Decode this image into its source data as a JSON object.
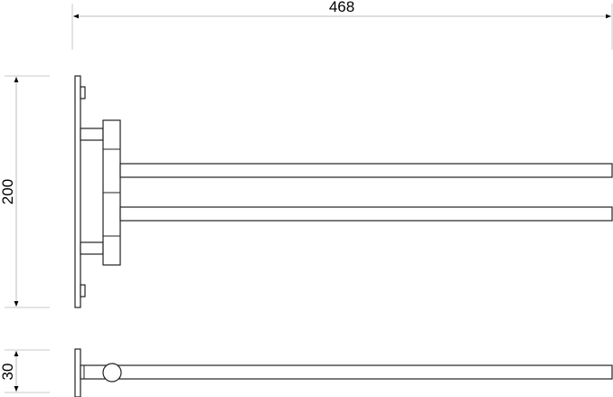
{
  "drawing": {
    "width_dimension": "468",
    "height_dimension": "200",
    "depth_dimension": "30"
  }
}
